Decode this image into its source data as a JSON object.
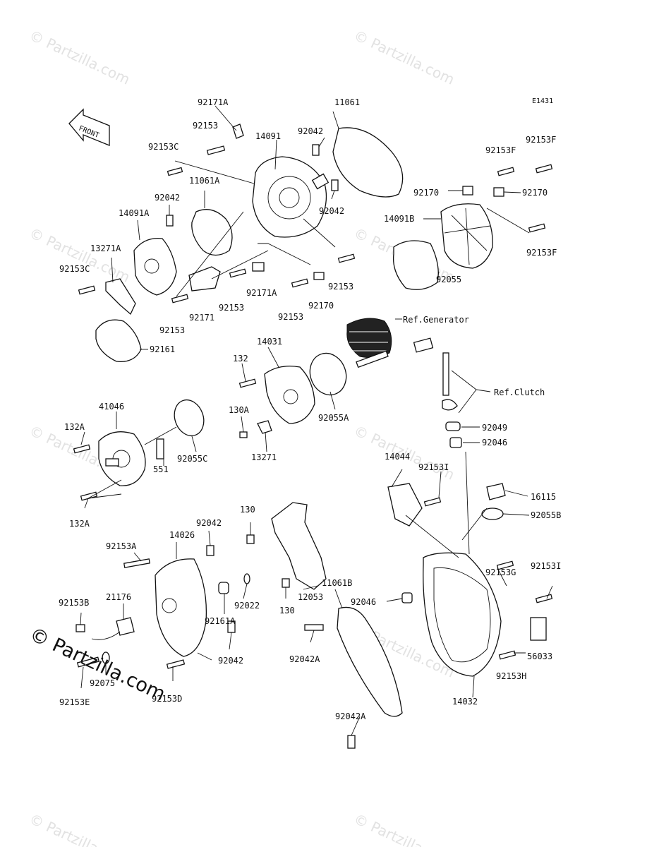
{
  "diagram_code": "E1431",
  "front_label": "FRONT",
  "watermark": "© Partzilla.com",
  "refs": {
    "generator": "Ref.Generator",
    "clutch": "Ref.Clutch"
  },
  "callouts": [
    "92171A",
    "11061",
    "92153",
    "14091",
    "92042",
    "92153C",
    "11061A",
    "92042",
    "14091A",
    "13271A",
    "92153C",
    "92042",
    "92171",
    "92153",
    "92171A",
    "92153",
    "92170",
    "92153",
    "92153",
    "92161",
    "92153F",
    "92153F",
    "92170",
    "92170",
    "14091B",
    "92153F",
    "92055",
    "14031",
    "132",
    "130A",
    "13271",
    "92055A",
    "41046",
    "132A",
    "551",
    "92055C",
    "132A",
    "92049",
    "92046",
    "14044",
    "92153I",
    "16115",
    "92055B",
    "130",
    "92042",
    "92153A",
    "14026",
    "92022",
    "92161A",
    "12053",
    "130",
    "11061B",
    "92046",
    "92153G",
    "92153I",
    "21176",
    "92153B",
    "92042",
    "92075",
    "92153E",
    "92153D",
    "92042A",
    "56033",
    "92153H",
    "14032",
    "92042A"
  ]
}
